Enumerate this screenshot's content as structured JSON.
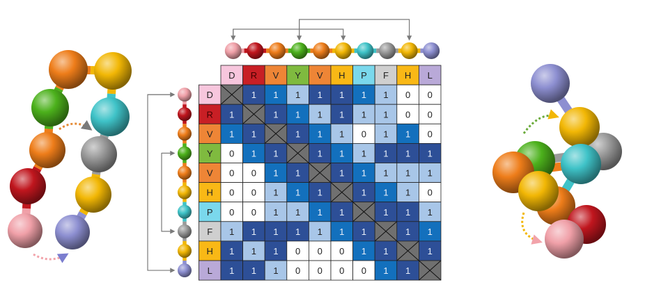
{
  "colors": {
    "D": "#f0a0a8",
    "R": "#c0161e",
    "V": "#ee7d1a",
    "Y": "#4cb11c",
    "H": "#f2b705",
    "P": "#3fc3c8",
    "F": "#9a9a9a",
    "L": "#8d8fd1"
  },
  "header_colors": {
    "D": "#f7c6dd",
    "R": "#c81f25",
    "V": "#ee8536",
    "Y": "#7fba3f",
    "H": "#f9b816",
    "P": "#7ad8ec",
    "F": "#cfcfcf",
    "L": "#b9a9d8"
  },
  "cell_colors": {
    "0": "#ffffff",
    "light": "#a8c6e8",
    "mid": "#1370bd",
    "dark": "#2d4f97",
    "diag": "#707070"
  },
  "sequence": [
    "D",
    "R",
    "V",
    "Y",
    "V",
    "H",
    "P",
    "F",
    "H",
    "L"
  ],
  "matrix": [
    [
      "X",
      "1",
      "1",
      "1",
      "1",
      "1",
      "1",
      "1",
      "0",
      "0"
    ],
    [
      "1",
      "X",
      "1",
      "1",
      "1",
      "1",
      "1",
      "1",
      "0",
      "0"
    ],
    [
      "1",
      "1",
      "X",
      "1",
      "1",
      "1",
      "0",
      "1",
      "1",
      "0"
    ],
    [
      "0",
      "1",
      "1",
      "X",
      "1",
      "1",
      "1",
      "1",
      "1",
      "1"
    ],
    [
      "0",
      "0",
      "1",
      "1",
      "X",
      "1",
      "1",
      "1",
      "1",
      "1"
    ],
    [
      "0",
      "0",
      "1",
      "1",
      "1",
      "X",
      "1",
      "1",
      "1",
      "0"
    ],
    [
      "0",
      "0",
      "1",
      "1",
      "1",
      "1",
      "X",
      "1",
      "1",
      "1"
    ],
    [
      "1",
      "1",
      "1",
      "1",
      "1",
      "1",
      "1",
      "X",
      "1",
      "1"
    ],
    [
      "1",
      "1",
      "1",
      "0",
      "0",
      "0",
      "1",
      "1",
      "X",
      "1"
    ],
    [
      "1",
      "1",
      "1",
      "0",
      "0",
      "0",
      "0",
      "1",
      "1",
      "X"
    ]
  ],
  "shade": [
    [
      "x",
      "d",
      "m",
      "l",
      "d",
      "d",
      "m",
      "l",
      "w",
      "w"
    ],
    [
      "d",
      "x",
      "d",
      "m",
      "l",
      "d",
      "l",
      "l",
      "w",
      "w"
    ],
    [
      "m",
      "d",
      "x",
      "d",
      "m",
      "l",
      "w",
      "l",
      "m",
      "w"
    ],
    [
      "w",
      "m",
      "d",
      "x",
      "d",
      "m",
      "l",
      "d",
      "d",
      "d"
    ],
    [
      "w",
      "w",
      "m",
      "d",
      "x",
      "d",
      "m",
      "l",
      "l",
      "l"
    ],
    [
      "w",
      "w",
      "l",
      "m",
      "d",
      "x",
      "d",
      "m",
      "l",
      "w"
    ],
    [
      "w",
      "w",
      "l",
      "l",
      "m",
      "d",
      "x",
      "d",
      "d",
      "l"
    ],
    [
      "l",
      "d",
      "d",
      "d",
      "l",
      "m",
      "d",
      "x",
      "d",
      "m"
    ],
    [
      "d",
      "l",
      "d",
      "w",
      "w",
      "w",
      "m",
      "d",
      "x",
      "d"
    ],
    [
      "d",
      "d",
      "l",
      "w",
      "w",
      "w",
      "w",
      "m",
      "d",
      "x"
    ]
  ],
  "top_arcs": [
    [
      0,
      5
    ],
    [
      3,
      8
    ]
  ],
  "left_arcs": [
    [
      0,
      9
    ],
    [
      3,
      7
    ]
  ],
  "left_cluster_seq": [
    "D",
    "R",
    "V",
    "Y",
    "V",
    "H",
    "P",
    "F",
    "H",
    "L"
  ],
  "right_cluster_seq": [
    "L",
    "H",
    "F",
    "P",
    "V",
    "Y",
    "V",
    "H",
    "R",
    "D"
  ]
}
